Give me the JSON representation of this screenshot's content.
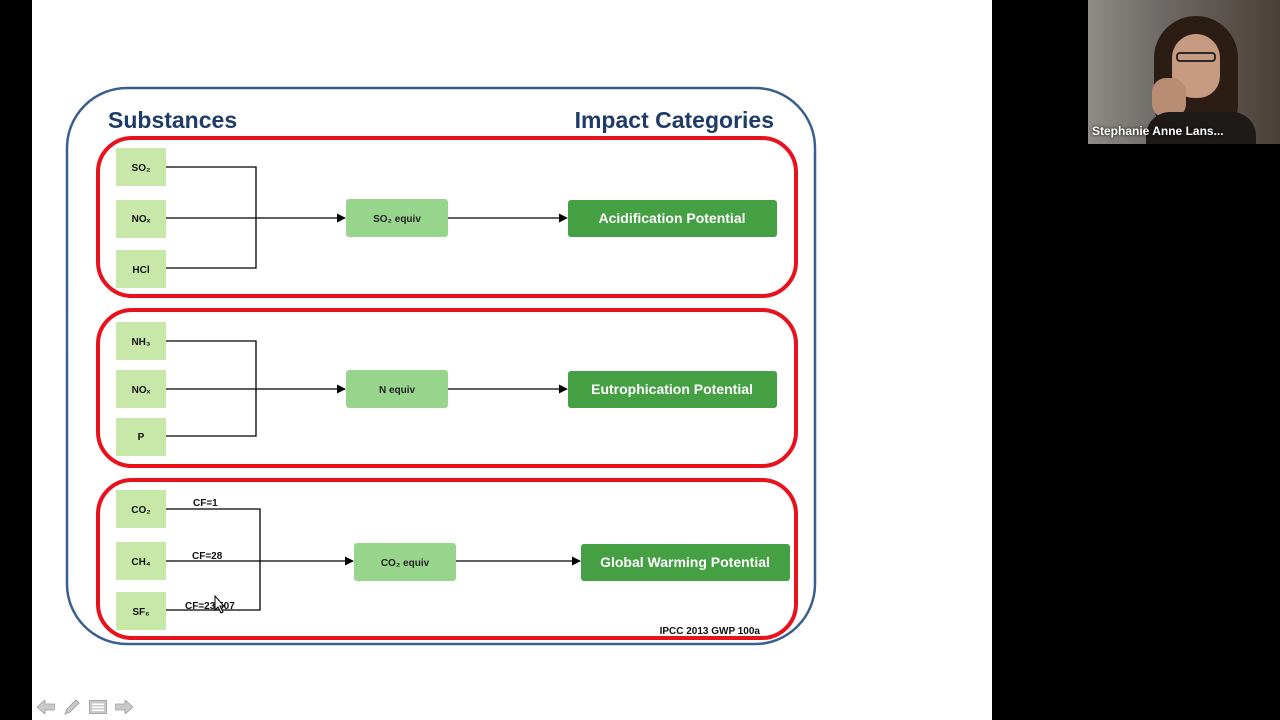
{
  "slide": {
    "headings": {
      "substances": "Substances",
      "impact": "Impact Categories"
    },
    "groups": [
      {
        "substances": [
          "SO₂",
          "NOₓ",
          "HCl"
        ],
        "factors": [
          "",
          "",
          ""
        ],
        "equivalent": "SO₂ equiv",
        "category": "Acidification Potential"
      },
      {
        "substances": [
          "NH₃",
          "NOₓ",
          "P"
        ],
        "factors": [
          "",
          "",
          ""
        ],
        "equivalent": "N equiv",
        "category": "Eutrophication  Potential"
      },
      {
        "substances": [
          "CO₂",
          "CH₄",
          "SF₆"
        ],
        "factors": [
          "CF=1",
          "CF=28",
          "CF=23,507"
        ],
        "equivalent": "CO₂ equiv",
        "category": "Global Warming Potential"
      }
    ],
    "source": "IPCC 2013 GWP 100a"
  },
  "controls": {
    "icons": [
      "arrow-left-icon",
      "pen-icon",
      "menu-icon",
      "arrow-right-icon"
    ]
  },
  "video": {
    "participant_name": "Stephanie Anne Lans..."
  },
  "colors": {
    "outline_blue": "#3b5f8d",
    "highlight_red": "#e8121c",
    "light_green": "#c7e8a9",
    "mid_green": "#97d58c",
    "dark_green": "#44a043"
  }
}
